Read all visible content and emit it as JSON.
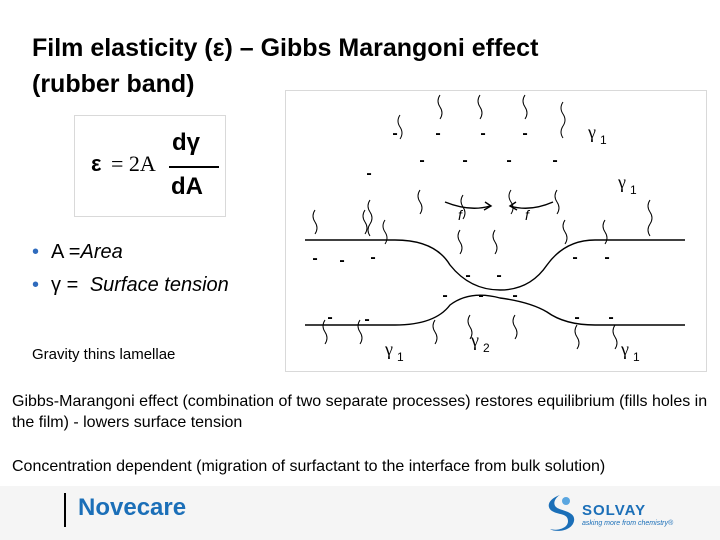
{
  "slide": {
    "title_line1": "Film elasticity (ε) – Gibbs Marangoni effect",
    "title_line2": "(rubber band)"
  },
  "formula": {
    "epsilon": "ε",
    "equals_2A": "= 2A",
    "numerator": "dγ",
    "denominator": "dA"
  },
  "bullets": [
    {
      "label": "A =",
      "value": "Area"
    },
    {
      "label": "γ = ",
      "value": "Surface tension"
    }
  ],
  "bullet_symbol": "•",
  "gravity_note": "Gravity thins lamellae",
  "diagram": {
    "minus": "-",
    "gamma1": "γ",
    "gamma_sub1": "1",
    "gamma_sub2": "2",
    "force": "f"
  },
  "paragraphs": {
    "p1": "Gibbs-Marangoni effect (combination of two separate processes) restores equilibrium (fills holes in the film) -  lowers surface tension",
    "p2": "Concentration dependent (migration of surfactant to the interface from bulk solution)"
  },
  "footer": {
    "brand": "Novecare",
    "company": "SOLVAY",
    "tagline": "asking more from chemistry®"
  },
  "colors": {
    "accent_blue": "#1b6fb8",
    "bullet_blue": "#2f6bbd"
  }
}
